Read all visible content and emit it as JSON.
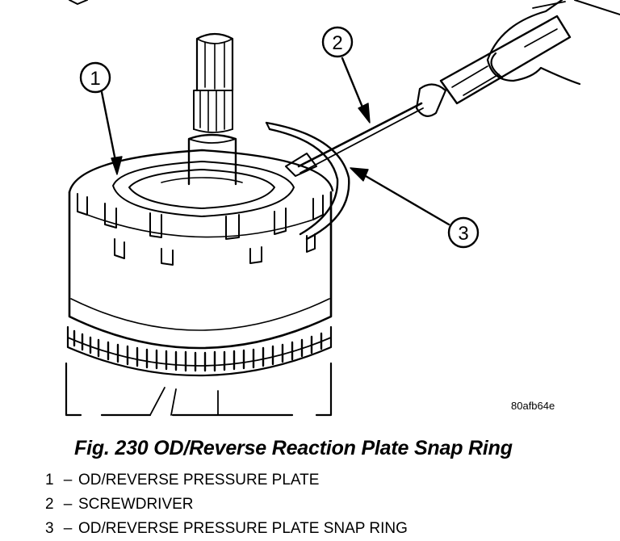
{
  "figure": {
    "code": "80afb64e",
    "caption": "Fig. 230 OD/Reverse Reaction Plate Snap Ring"
  },
  "callouts": [
    "1",
    "2",
    "3"
  ],
  "legend": [
    {
      "number": "1",
      "separator": "–",
      "text": "OD/REVERSE PRESSURE PLATE"
    },
    {
      "number": "2",
      "separator": "–",
      "text": "SCREWDRIVER"
    },
    {
      "number": "3",
      "separator": "–",
      "text": "OD/REVERSE PRESSURE PLATE SNAP RING"
    }
  ]
}
